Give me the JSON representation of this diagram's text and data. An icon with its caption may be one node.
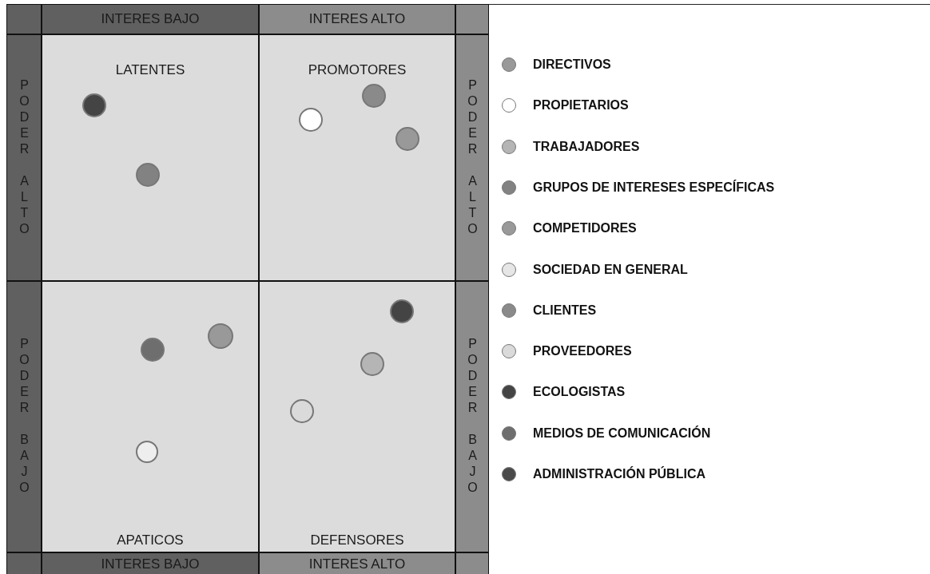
{
  "diagram": {
    "nodes": [
      {
        "text": [
          "INTERES BAJO"
        ]
      },
      {
        "text": [
          "INTERES ALTO"
        ]
      },
      {
        "text": [
          "PODER ALTO"
        ]
      },
      {
        "text": [
          "LATENTES"
        ]
      },
      {
        "text": [
          "PROMOTORES"
        ]
      },
      {
        "text": [
          "PODER ALTO"
        ]
      },
      {
        "text": [
          "PODER BAJO"
        ]
      },
      {
        "text": [
          "APATICOS"
        ]
      },
      {
        "text": [
          "DEFENSORES"
        ]
      },
      {
        "text": [
          "PODER BAJO"
        ]
      },
      {
        "text": [
          "INTERES BAJO"
        ]
      },
      {
        "text": [
          "INTERES ALTO"
        ]
      },
      {
        "text": [],
        "shape": "circle",
        "in": 3
      },
      {
        "text": [],
        "shape": "circle",
        "in": 3
      },
      {
        "text": [],
        "shape": "circle",
        "in": 4
      },
      {
        "text": [],
        "shape": "circle",
        "in": 4
      },
      {
        "text": [],
        "shape": "circle",
        "in": 4
      },
      {
        "text": [],
        "shape": "circle",
        "in": 7
      },
      {
        "text": [],
        "shape": "circle",
        "in": 7
      },
      {
        "text": [],
        "shape": "circle",
        "in": 7
      },
      {
        "text": [],
        "shape": "circle",
        "in": 8
      },
      {
        "text": [],
        "shape": "circle",
        "in": 8
      },
      {
        "text": [],
        "shape": "circle",
        "in": 8
      }
    ],
    "edges": [],
    "legend": [
      {
        "text": "DIRECTIVOS",
        "color": "#999999"
      },
      {
        "text": "PROPIETARIOS",
        "color": "#ffffff"
      },
      {
        "text": "TRABAJADORES",
        "color": "#b5b5b5"
      },
      {
        "text": "GRUPOS DE INTERESES ESPECÍFICAS",
        "color": "#828282"
      },
      {
        "text": "COMPETIDORES",
        "color": "#999999"
      },
      {
        "text": "SOCIEDAD EN GENERAL",
        "color": "#e6e6e6"
      },
      {
        "text": "CLIENTES",
        "color": "#8a8a8a"
      },
      {
        "text": "PROVEEDORES",
        "color": "#dadada"
      },
      {
        "text": "ECOLOGISTAS",
        "color": "#444444"
      },
      {
        "text": "MEDIOS DE COMUNICACIÓN",
        "color": "#6e6e6e"
      },
      {
        "text": "ADMINISTRACIÓN PÚBLICA",
        "color": "#4a4a4a"
      }
    ]
  }
}
